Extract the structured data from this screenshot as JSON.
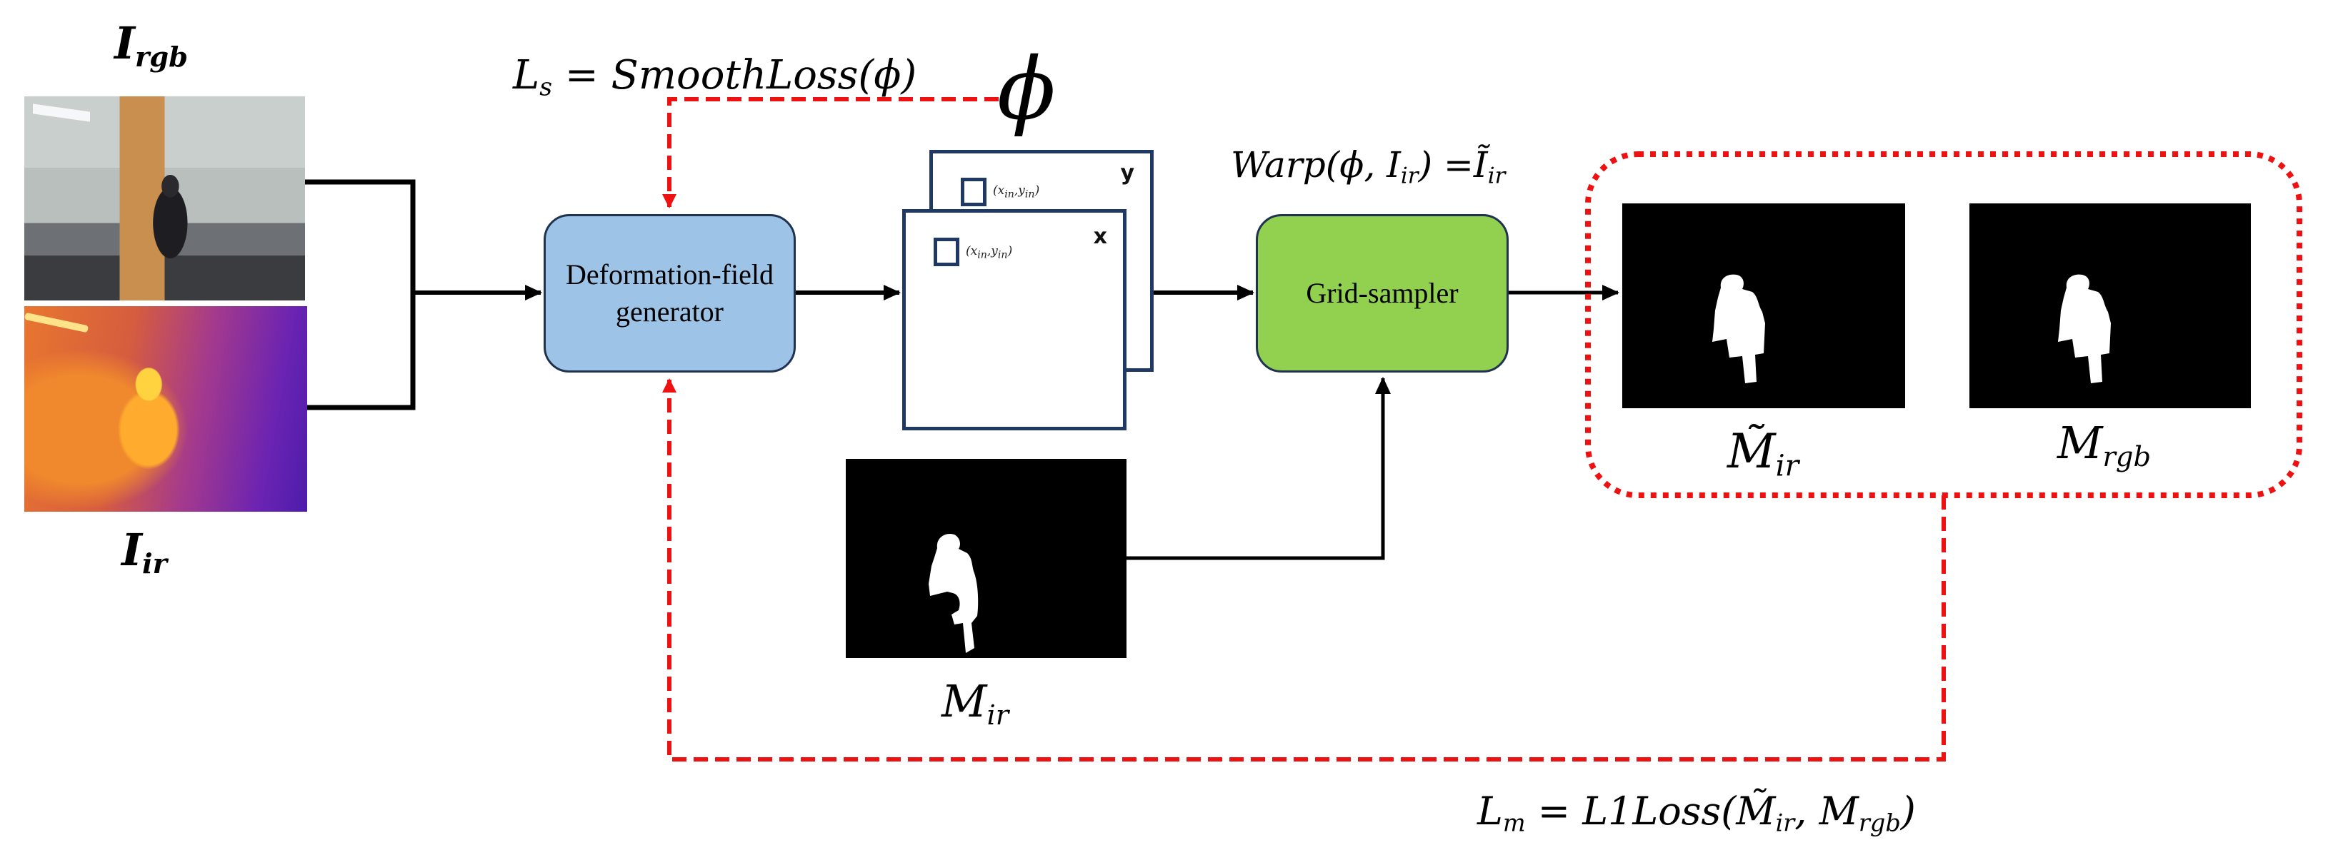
{
  "inputs": {
    "rgb_label": {
      "main": "I",
      "sub": "rgb"
    },
    "ir_label": {
      "main": "I",
      "sub": "ir"
    }
  },
  "nodes": {
    "deformation": {
      "line1": "Deformation-field",
      "line2": "generator",
      "fill": "#9dc3e6"
    },
    "grid_sampler": {
      "label": "Grid-sampler",
      "fill": "#92d050"
    }
  },
  "deformation_field": {
    "symbol": "ϕ",
    "channels": [
      {
        "axis": "y",
        "coord_main": "(x",
        "coord_sub1": "in",
        "coord_sep": ",y",
        "coord_sub2": "in",
        "coord_end": ")"
      },
      {
        "axis": "x",
        "coord_main": "(x",
        "coord_sub1": "in",
        "coord_sep": ",y",
        "coord_sub2": "in",
        "coord_end": ")"
      }
    ]
  },
  "formulas": {
    "smooth_loss": {
      "lhs": "L",
      "lhs_sub": "s",
      "rhs": "= SmoothLoss(ϕ)"
    },
    "warp": {
      "lhs": "Warp(ϕ, I",
      "lhs_sub": "ir",
      "mid": ") =",
      "rhs": "Ĩ",
      "rhs_sub": "ir"
    },
    "l1_loss": {
      "lhs": "L",
      "lhs_sub": "m",
      "rhs": "= L1Loss(",
      "arg1": "M̃",
      "arg1_sub": "ir",
      "sep": ", M",
      "arg2_sub": "rgb",
      "end": ")"
    }
  },
  "masks": {
    "m_ir": {
      "main": "M",
      "sub": "ir"
    },
    "m_ir_warped": {
      "main": "M̃",
      "sub": "ir"
    },
    "m_rgb": {
      "main": "M",
      "sub": "rgb"
    }
  },
  "colors": {
    "loss_line": "#ee1111",
    "frame_border": "#1f3864",
    "flow_line": "#000000"
  }
}
